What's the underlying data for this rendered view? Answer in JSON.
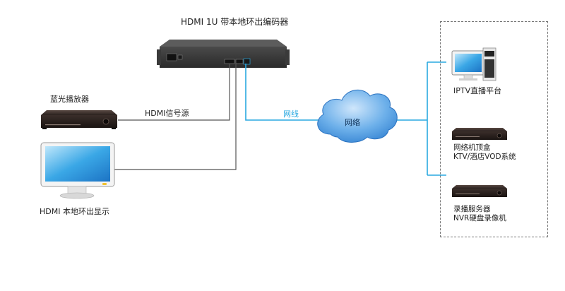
{
  "title": "HDMI 1U 带本地环出编码器",
  "bluray_label": "蓝光播放器",
  "hdmi_source_label": "HDMI信号源",
  "loop_display_label": "HDMI 本地环出显示",
  "network_label": "网线",
  "cloud_label": "网络",
  "targets": {
    "iptv": "IPTV直播平台",
    "settop_line1": "网络机顶盒",
    "settop_line2": "KTV/酒店VOD系统",
    "recorder_line1": "录播服务器",
    "recorder_line2": "NVR硬盘录像机"
  },
  "colors": {
    "network_line": "#29a8e0",
    "cloud": "#3d8fd6",
    "cable": "#555555"
  }
}
